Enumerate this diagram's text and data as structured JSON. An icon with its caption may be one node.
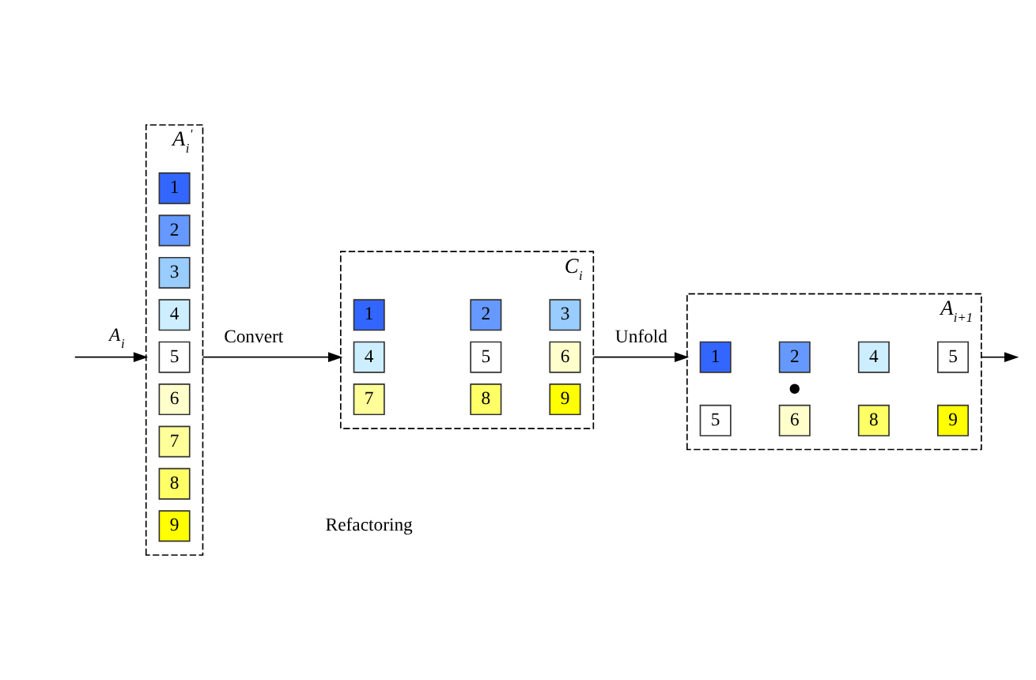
{
  "diagram": {
    "nodes": [
      {
        "text": [
          "A$_{i}$$^{'}$"
        ]
      },
      {
        "text": [
          "1"
        ],
        "in": 0
      },
      {
        "text": [
          "2"
        ],
        "in": 0
      },
      {
        "text": [
          "3"
        ],
        "in": 0
      },
      {
        "text": [
          "4"
        ],
        "in": 0
      },
      {
        "text": [
          "5"
        ],
        "in": 0
      },
      {
        "text": [
          "6"
        ],
        "in": 0
      },
      {
        "text": [
          "7"
        ],
        "in": 0
      },
      {
        "text": [
          "8"
        ],
        "in": 0
      },
      {
        "text": [
          "9"
        ],
        "in": 0
      },
      {
        "text": [
          "C$_{i}$"
        ]
      },
      {
        "text": [
          "1"
        ],
        "in": 10
      },
      {
        "text": [
          "2"
        ],
        "in": 10
      },
      {
        "text": [
          "3"
        ],
        "in": 10
      },
      {
        "text": [
          "4"
        ],
        "in": 10
      },
      {
        "text": [
          "5"
        ],
        "in": 10
      },
      {
        "text": [
          "6"
        ],
        "in": 10
      },
      {
        "text": [
          "7"
        ],
        "in": 10
      },
      {
        "text": [
          "8"
        ],
        "in": 10
      },
      {
        "text": [
          "9"
        ],
        "in": 10
      },
      {
        "text": [
          "A$_{i+1}$"
        ]
      },
      {
        "text": [
          "1"
        ],
        "in": 20
      },
      {
        "text": [
          "2"
        ],
        "in": 20
      },
      {
        "text": [
          "4"
        ],
        "in": 20
      },
      {
        "text": [
          "5"
        ],
        "in": 20
      },
      {
        "text": [],
        "shape": "dots",
        "in": 20
      },
      {
        "text": [
          "5"
        ],
        "in": 20
      },
      {
        "text": [
          "6"
        ],
        "in": 20
      },
      {
        "text": [
          "8"
        ],
        "in": 20
      },
      {
        "text": [
          "9"
        ],
        "in": 20
      }
    ],
    "edges": [
      {
        "from": null,
        "to": 0,
        "arrow": "to",
        "label": "A$_{i}$"
      },
      {
        "from": 0,
        "to": 10,
        "arrow": "to",
        "label": "Convert"
      },
      {
        "from": 10,
        "to": 20,
        "arrow": "to",
        "label": "Unfold"
      },
      {
        "from": 20,
        "to": null,
        "arrow": "to"
      }
    ],
    "labels": [
      "Refactoring"
    ]
  }
}
